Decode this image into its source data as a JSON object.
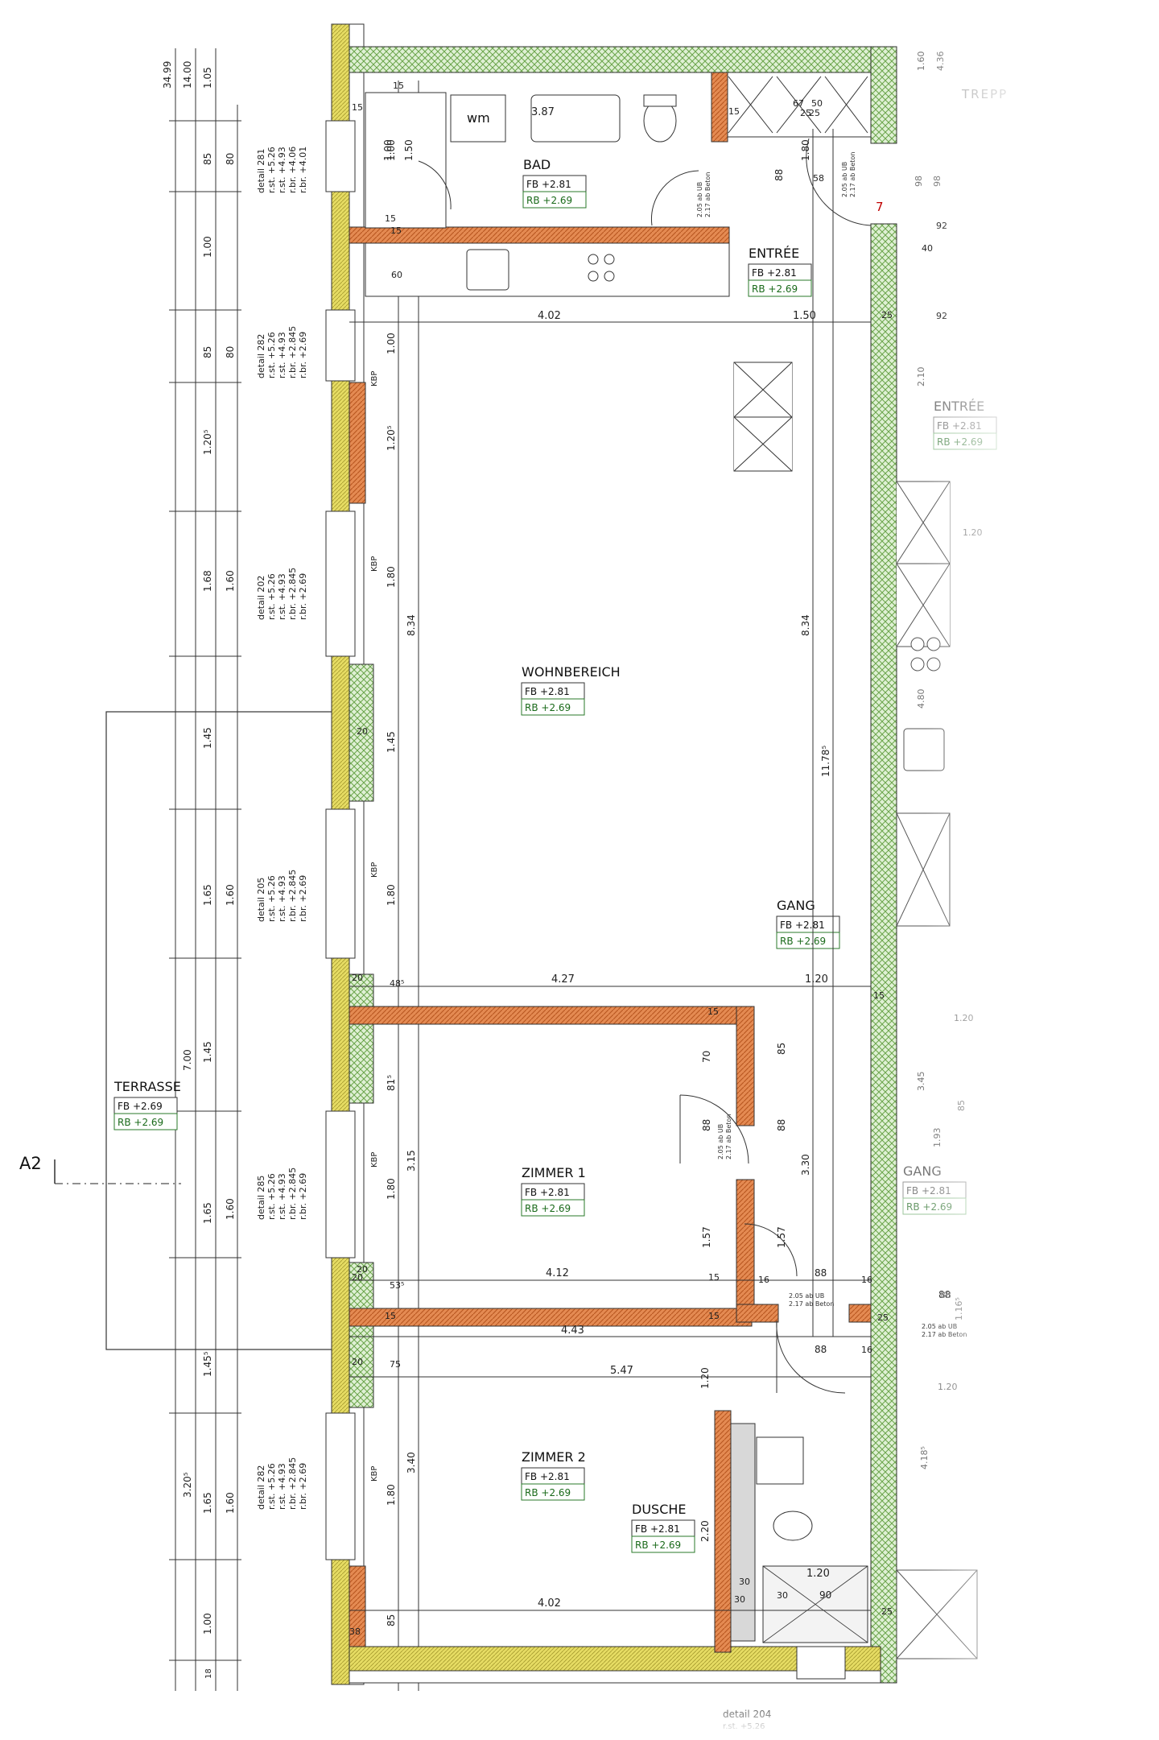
{
  "rooms": [
    {
      "id": "bad",
      "name": "BAD",
      "fb": "FB +2.81",
      "rb": "RB +2.69"
    },
    {
      "id": "entree",
      "name": "ENTRÉE",
      "fb": "FB +2.81",
      "rb": "RB +2.69"
    },
    {
      "id": "wohnbereich",
      "name": "WOHNBEREICH",
      "fb": "FB +2.81",
      "rb": "RB +2.69"
    },
    {
      "id": "gang",
      "name": "GANG",
      "fb": "FB +2.81",
      "rb": "RB +2.69"
    },
    {
      "id": "zimmer1",
      "name": "ZIMMER 1",
      "fb": "FB +2.81",
      "rb": "RB +2.69"
    },
    {
      "id": "zimmer2",
      "name": "ZIMMER 2",
      "fb": "FB +2.81",
      "rb": "RB +2.69"
    },
    {
      "id": "dusche",
      "name": "DUSCHE",
      "fb": "FB +2.81",
      "rb": "RB +2.69"
    },
    {
      "id": "terrasse",
      "name": "TERRASSE",
      "fb": "FB +2.69",
      "rb": "RB +2.69"
    },
    {
      "id": "gang2",
      "name": "GANG",
      "fb": "FB +2.81",
      "rb": "RB +2.69"
    },
    {
      "id": "entree2",
      "name": "ENTRÉE",
      "fb": "FB +2.81",
      "rb": "RB +2.69"
    }
  ],
  "labels": {
    "wm": "wm",
    "section": "A2",
    "door_number": "7",
    "treppe": "TREPP",
    "detail_bottom": "detail 204",
    "detail_bottom_sub": "r.st. +5.26"
  },
  "window_details": [
    {
      "id": "d1",
      "lines": [
        "detail 281",
        "r.st. +5.26",
        "r.st. +4.93",
        "r.br. +4.06",
        "r.br. +4.01"
      ]
    },
    {
      "id": "d2",
      "lines": [
        "detail 282",
        "r.st. +5.26",
        "r.st. +4.93",
        "r.br. +2.845",
        "r.br. +2.69"
      ]
    },
    {
      "id": "d3",
      "lines": [
        "detail 202",
        "r.st. +5.26",
        "r.st. +4.93",
        "r.br. +2.845",
        "r.br. +2.69"
      ]
    },
    {
      "id": "d4",
      "lines": [
        "detail 205",
        "r.st. +5.26",
        "r.st. +4.93",
        "r.br. +2.845",
        "r.br. +2.69"
      ]
    },
    {
      "id": "d5",
      "lines": [
        "detail 285",
        "r.st. +5.26",
        "r.st. +4.93",
        "r.br. +2.845",
        "r.br. +2.69"
      ]
    },
    {
      "id": "d6",
      "lines": [
        "detail 282",
        "r.st. +5.26",
        "r.st. +4.93",
        "r.br. +2.845",
        "r.br. +2.69"
      ]
    }
  ],
  "door_notes": [
    {
      "id": "n1",
      "lines": [
        "2.05 ab UB",
        "2.17 ab Beton"
      ]
    },
    {
      "id": "n2",
      "lines": [
        "2.05 ab UB",
        "2.17 ab Beton"
      ]
    },
    {
      "id": "n3",
      "lines": [
        "2.05 ab UB",
        "2.17 ab Beton"
      ]
    },
    {
      "id": "n4",
      "lines": [
        "2.05 ab UB",
        "2.17 ab Beton"
      ]
    },
    {
      "id": "n5",
      "lines": [
        "2.05 ab UB",
        "2.17 ab Beton"
      ]
    }
  ],
  "dims": {
    "total_a": "34.99",
    "total_b": "14.00",
    "seg_top": "1.05",
    "left_chain": [
      "85",
      "1.00",
      "85",
      "1.20⁵",
      "1.68",
      "1.45",
      "1.65",
      "1.45",
      "1.65",
      "1.45⁵",
      "1.65",
      "1.00"
    ],
    "win_chain": [
      "80",
      "80",
      "1.60",
      "1.60",
      "1.60",
      "1.60"
    ],
    "terrace": "7.00",
    "bottom_seg": "3.20⁵",
    "bottom_18": "18",
    "inner_chain": [
      "1.00",
      "1.00",
      "1.20⁵",
      "1.80",
      "1.45",
      "1.80",
      "81⁵",
      "1.80",
      "1.80",
      "85"
    ],
    "wide": [
      "8.34",
      "3.15",
      "3.40"
    ],
    "kbp": [
      "KBP",
      "KBP",
      "KBP",
      "KBP",
      "KBP"
    ],
    "h_bad_width": "3.87",
    "h_402_top": "4.02",
    "h_150": "1.50",
    "h_427": "4.27",
    "h_120": "1.20",
    "h_412": "4.12",
    "h_443": "4.43",
    "h_547": "5.47",
    "h_402_bottom": "4.02",
    "h_120_b": "1.20",
    "h_90": "90",
    "v_834_r": "8.34",
    "v_1178": "11.78⁵",
    "v_330": "3.30",
    "v_220": "2.20",
    "v_157a": "1.57",
    "v_157b": "1.57",
    "v_88": [
      "88",
      "88",
      "88",
      "88",
      "88",
      "88"
    ],
    "v_70": "70",
    "v_85": "85",
    "v_120_r": "1.20",
    "v_180": "1.80",
    "v_150_bad": "1.50",
    "v_100_bad": "1.00",
    "small": [
      "15",
      "15",
      "15",
      "15",
      "15",
      "15",
      "15",
      "15",
      "15",
      "15",
      "20",
      "20",
      "20",
      "20",
      "20",
      "25",
      "25",
      "25",
      "25",
      "25",
      "16",
      "16",
      "16",
      "30",
      "30",
      "30",
      "38",
      "48⁵",
      "53⁵",
      "75",
      "60",
      "67",
      "50",
      "40",
      "58",
      "92",
      "92"
    ],
    "right": [
      "1.60",
      "4.36",
      "2.10",
      "4.80",
      "3.45",
      "1.93",
      "85",
      "1.20",
      "1.20",
      "1.16⁵",
      "4.18⁵",
      "98",
      "98",
      "88",
      "1.20"
    ]
  }
}
